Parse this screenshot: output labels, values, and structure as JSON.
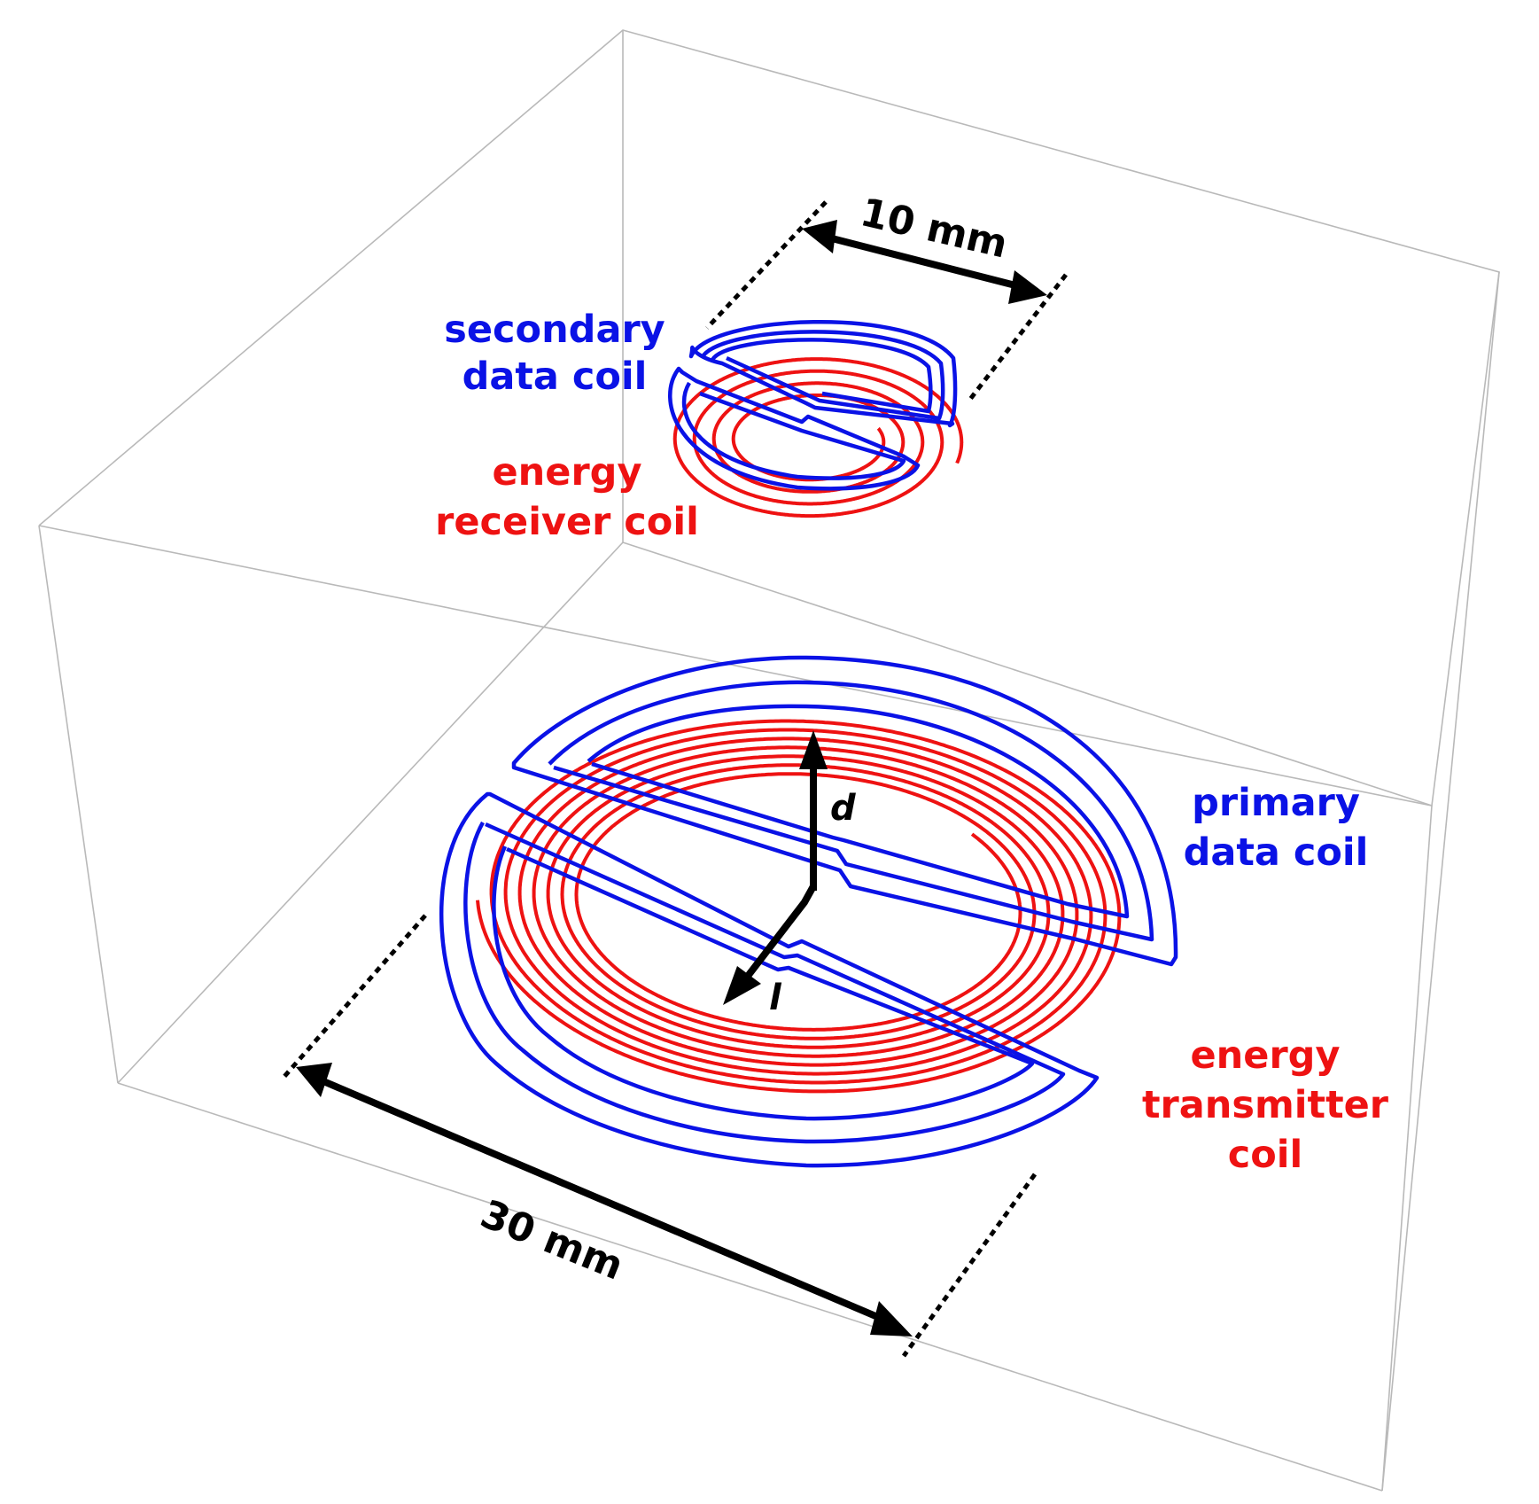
{
  "diagram": {
    "labels": {
      "secondary_data_coil": [
        "secondary",
        "data coil"
      ],
      "energy_receiver_coil": [
        "energy",
        "receiver coil"
      ],
      "primary_data_coil": [
        "primary",
        "data coil"
      ],
      "energy_transmitter_coil": [
        "energy",
        "transmitter",
        "coil"
      ],
      "dim_small": "10 mm",
      "dim_large": "30 mm",
      "axis_d": "d",
      "axis_l": "l"
    },
    "colors": {
      "data_coil": "#0a12e6",
      "energy_coil": "#ee1212",
      "dimension": "#000000",
      "bounding_box": "#b9b9b9"
    }
  }
}
